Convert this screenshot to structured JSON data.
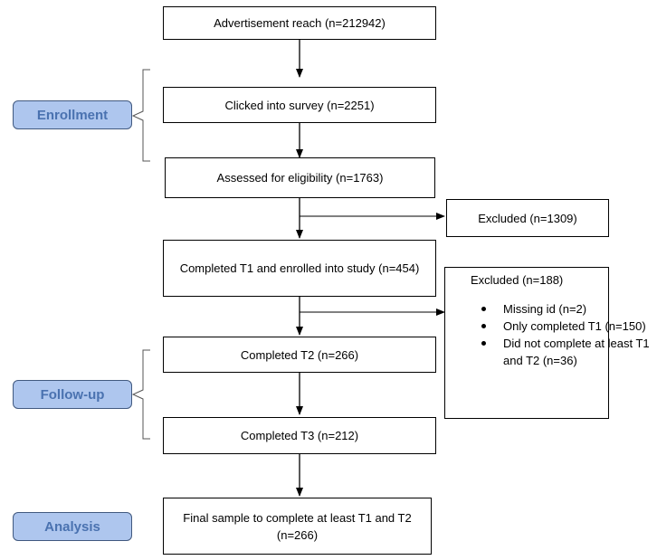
{
  "boxes": {
    "advertisement": "Advertisement reach (n=212942)",
    "clicked": "Clicked into survey (n=2251)",
    "assessed": "Assessed for eligibility (n=1763)",
    "completed_t1": "Completed T1 and enrolled into study (n=454)",
    "completed_t2": "Completed T2 (n=266)",
    "completed_t3": "Completed T3 (n=212)",
    "final_sample": "Final sample to complete at least T1 and T2 (n=266)"
  },
  "excluded_1": "Excluded (n=1309)",
  "excluded_2": {
    "heading": "Excluded (n=188)",
    "items": [
      "Missing id (n=2)",
      "Only completed T1 (n=150)",
      "Did not complete at least T1 and T2 (n=36)"
    ]
  },
  "stages": {
    "enrollment": "Enrollment",
    "follow_up": "Follow-up",
    "analysis": "Analysis"
  },
  "colors": {
    "stage_fill": "#aec6ee",
    "stage_text": "#4a72b0",
    "stage_border": "#41597f"
  }
}
